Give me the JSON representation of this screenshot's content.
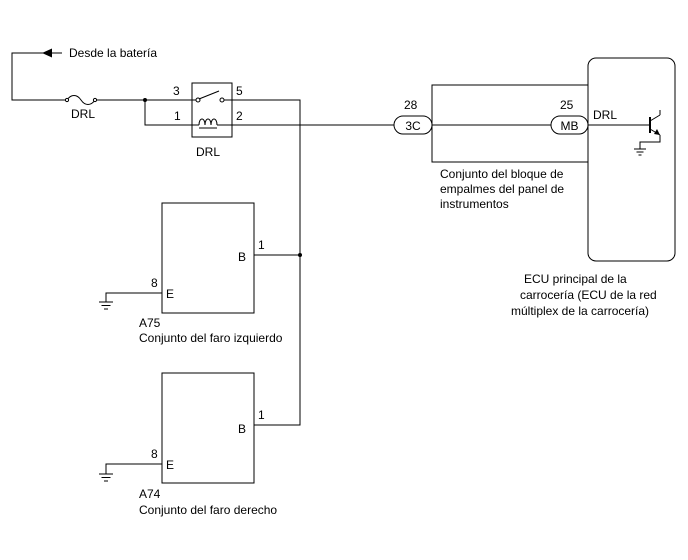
{
  "battery_label": "Desde la batería",
  "fuse_label": "DRL",
  "relay": {
    "label": "DRL",
    "pin3": "3",
    "pin5": "5",
    "pin1": "1",
    "pin2": "2"
  },
  "junction_block": {
    "connector_pin": "28",
    "connector_code": "3C",
    "label_line1": "Conjunto del bloque de",
    "label_line2": "empalmes del panel de",
    "label_line3": "instrumentos"
  },
  "ecu": {
    "connector_pin": "25",
    "connector_code": "MB",
    "terminal_label": "DRL",
    "label_line1": "ECU principal de la",
    "label_line2": "carrocería (ECU de la red",
    "label_line3": "múltiplex de la carrocería)"
  },
  "left_headlamp": {
    "code": "A75",
    "name": "Conjunto del faro izquierdo",
    "pin_b_num": "1",
    "pin_b": "B",
    "pin_e_num": "8",
    "pin_e": "E"
  },
  "right_headlamp": {
    "code": "A74",
    "name": "Conjunto del faro derecho",
    "pin_b_num": "1",
    "pin_b": "B",
    "pin_e_num": "8",
    "pin_e": "E"
  }
}
